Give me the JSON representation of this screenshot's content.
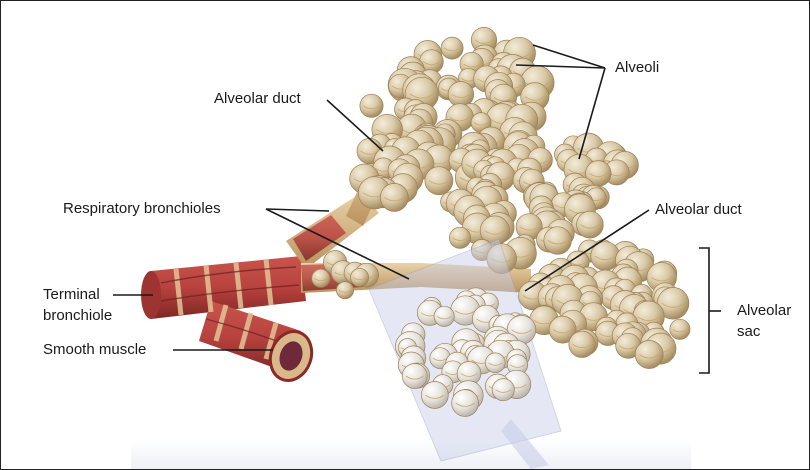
{
  "labels": {
    "alveolar_duct_top": "Alveolar duct",
    "alveoli": "Alveoli",
    "respiratory_bronchioles": "Respiratory bronchioles",
    "alveolar_duct_right": "Alveolar duct",
    "terminal_bronchiole_line1": "Terminal",
    "terminal_bronchiole_line2": "bronchiole",
    "alveolar_sac_line1": "Alveolar",
    "alveolar_sac_line2": "sac",
    "smooth_muscle": "Smooth muscle"
  },
  "colors": {
    "alveolus_fill": "#d8c8a6",
    "alveolus_shade": "#b59a6e",
    "muscle": "#b8423e",
    "muscle_dark": "#8a2a28",
    "tissue": "#d9b98a",
    "leader": "#1a1a1a",
    "cut_plane": "#c7cde8"
  }
}
